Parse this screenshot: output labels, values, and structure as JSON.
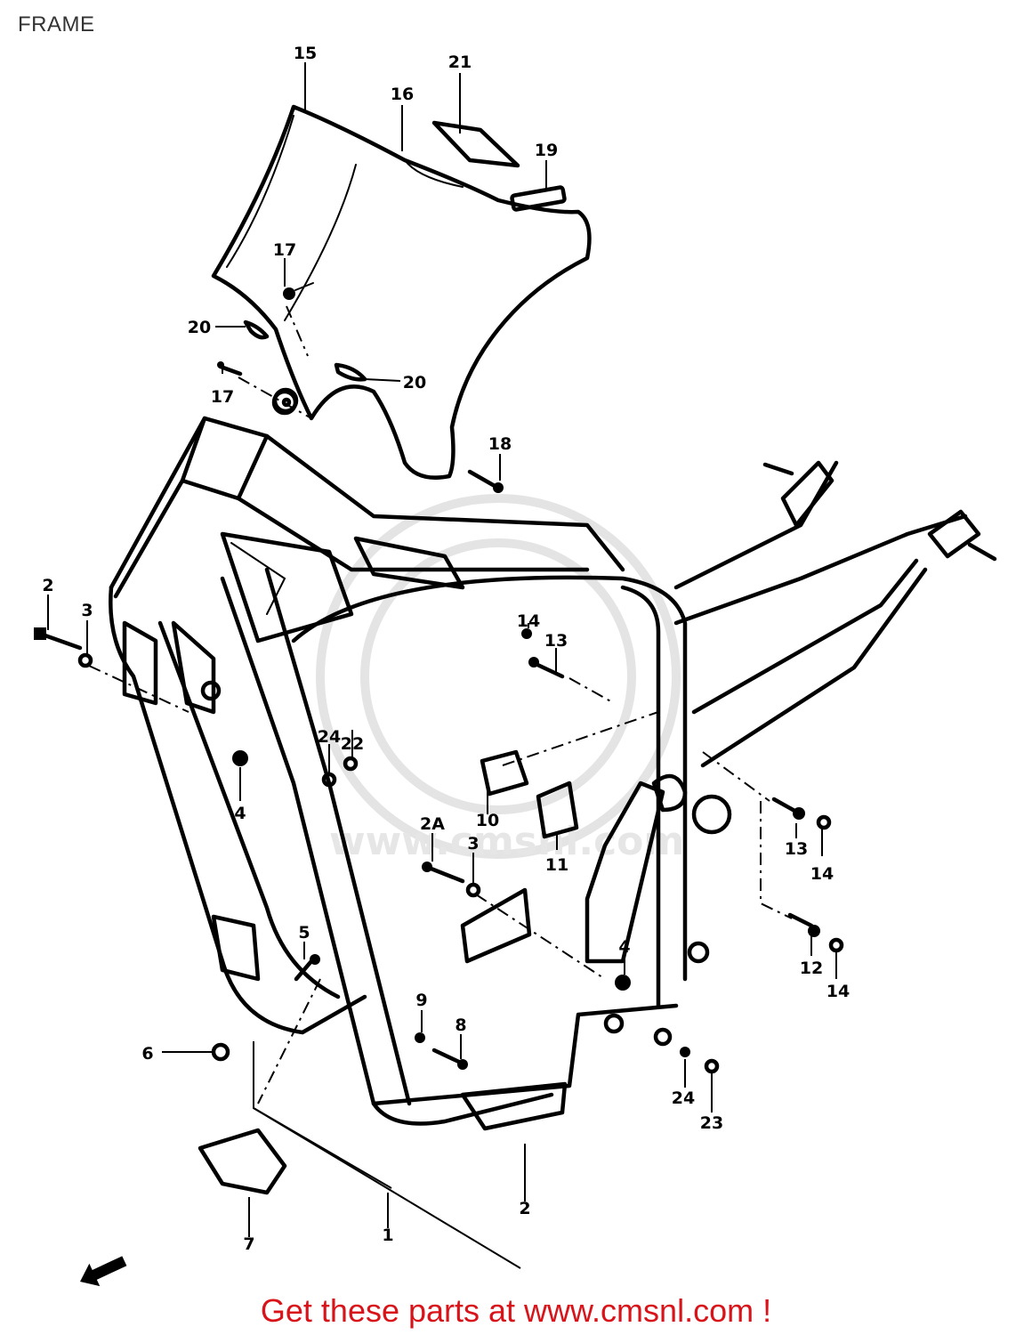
{
  "title": "FRAME",
  "watermark": "www.cmsnl.com",
  "footer": {
    "text": "Get these parts at www.cmsnl.com !",
    "color": "#d8141a"
  },
  "callouts": {
    "c1": "1",
    "c2a": "2",
    "c2b": "2",
    "c2A": "2A",
    "c3a": "3",
    "c3b": "3",
    "c4a": "4",
    "c4b": "4",
    "c5": "5",
    "c6": "6",
    "c7": "7",
    "c8": "8",
    "c9": "9",
    "c10": "10",
    "c11": "11",
    "c12": "12",
    "c13a": "13",
    "c13b": "13",
    "c14a": "14",
    "c14b": "14",
    "c14c": "14",
    "c15": "15",
    "c16": "16",
    "c17a": "17",
    "c17b": "17",
    "c18": "18",
    "c19": "19",
    "c20a": "20",
    "c20b": "20",
    "c21": "21",
    "c22": "22",
    "c23": "23",
    "c24a": "24",
    "c24b": "24"
  },
  "icons": {
    "front_arrow": "front-direction-arrow-icon"
  }
}
